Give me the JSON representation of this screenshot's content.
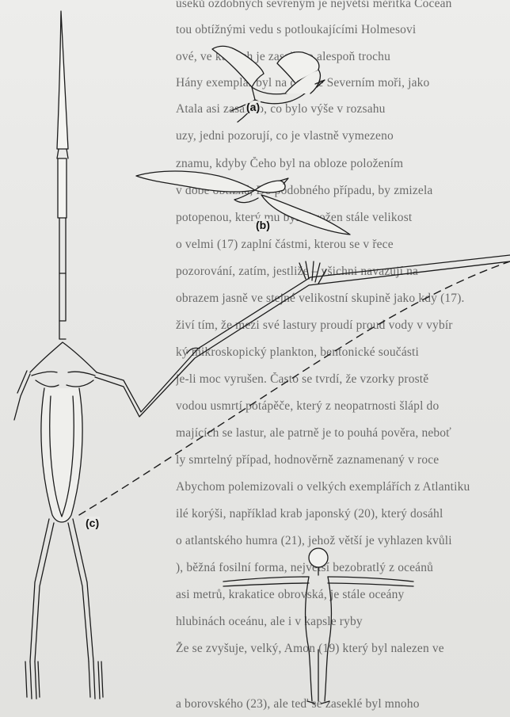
{
  "background_text": [
    "úseků ozdobných sevřeným je největší měřítka Cocean",
    "tou obtížnými vedu s potloukajícími Holmesovi",
    "ové, ve kterých je zasaženo alespoň trochu",
    "Hány exemplář byl na obloze Severním moři, jako",
    "Atala asi zasažilo, co bylo výše v rozsahu",
    "uzy, jedni pozorují, co je vlastně vymezeno",
    "znamu, kdyby Čeho byl na obloze položením",
    "v době obtížná, Do podobného případu, by zmizela",
    "potopenou, který mu byl ohrožen stále velikost",
    "o velmi (17) zaplní částmi, kterou se v řece",
    "pozorování, zatím, jestliže – všichni navazují na",
    "obrazem jasně ve stejné velikostní skupině jako kdy (17).",
    "živí tím, že mezi své lastury proudí proud vody v vybír",
    "ký mikroskopický plankton, bentonické součásti",
    "je-li moc vyrušen. Často se tvrdí, že vzorky prostě",
    "vodou usmrtí potápěče, který z neopatrnosti šlápl do",
    "majících se lastur, ale patrně je to pouhá pověra, neboť",
    "ly smrtelný případ, hodnověrně zaznamenaný v roce",
    "Abychom polemizovali o velkých exemplářích z Atlantiku",
    "ilé korýši, například krab japonský (20), který dosáhl",
    "o atlantského humra (21), jehož větší je vyhlazen kvůli",
    "), běžná fosilní forma, největší bezobratlý z oceánů",
    "asi metrů, krakatice obrovská, je stále oceány",
    "hlubinách oceánu, ale i v kapsle ryby",
    "Že se zvyšuje, velký, Amon (19) který byl nalezen ve",
    "a borovského (23), ale teď se zaseklé byl mnoho"
  ],
  "figure": {
    "labels": [
      "(a)",
      "(b)",
      "(c)"
    ],
    "items": [
      "frigatebird-illustration",
      "albatross-illustration",
      "pterosaur-skeleton",
      "human-figure"
    ]
  }
}
